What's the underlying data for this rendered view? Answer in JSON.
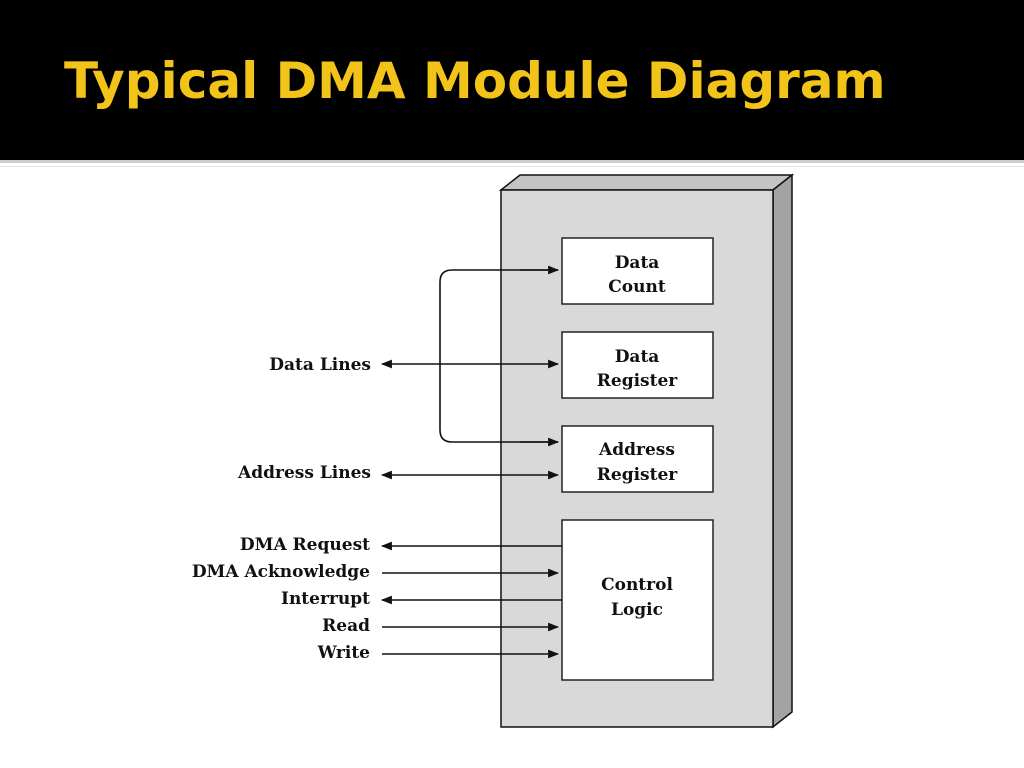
{
  "slide": {
    "title": "Typical DMA Module Diagram"
  },
  "colors": {
    "title_bar": "#000000",
    "title_text": "#f2c318",
    "module_face": "#d9d9d9",
    "module_side": "#a3a3a3",
    "box_fill": "#ffffff",
    "line": "#111111"
  },
  "diagram": {
    "registers": [
      {
        "line1": "Data",
        "line2": "Count"
      },
      {
        "line1": "Data",
        "line2": "Register"
      },
      {
        "line1": "Address",
        "line2": "Register"
      }
    ],
    "control": {
      "line1": "Control",
      "line2": "Logic"
    },
    "signals": {
      "data_lines": "Data Lines",
      "address_lines": "Address Lines",
      "dma_request": "DMA Request",
      "dma_acknowledge": "DMA Acknowledge",
      "interrupt": "Interrupt",
      "read": "Read",
      "write": "Write"
    }
  }
}
